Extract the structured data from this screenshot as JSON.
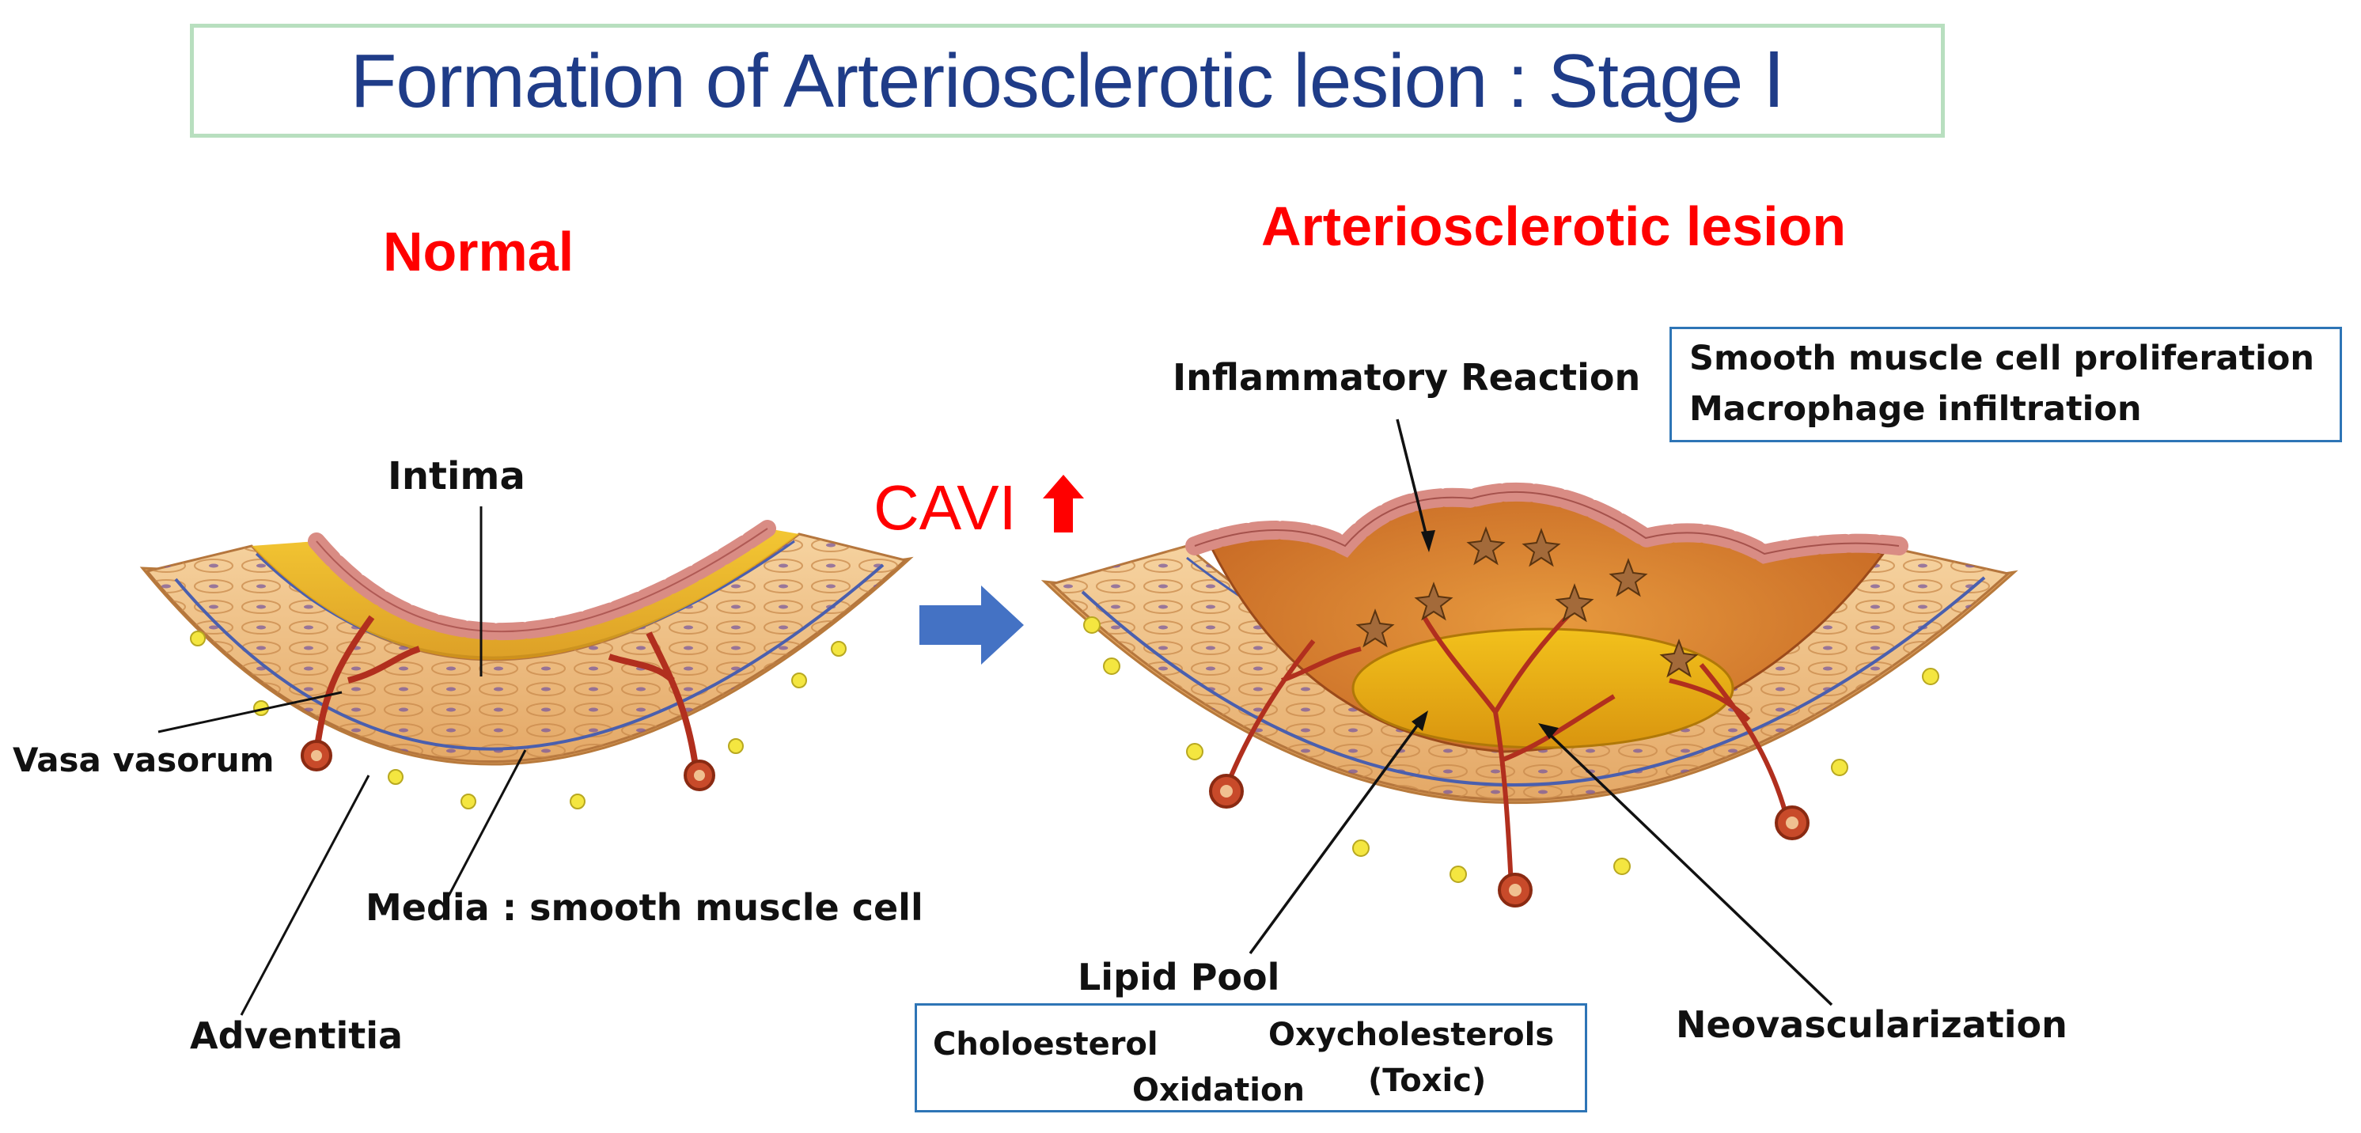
{
  "title": "Formation of Arteriosclerotic lesion :  Stage Ⅰ",
  "panels": {
    "normal_heading": "Normal",
    "lesion_heading": "Arteriosclerotic  lesion"
  },
  "normal_labels": {
    "intima": "Intima",
    "vasa_vasorum": "Vasa vasorum",
    "media": "Media : smooth muscle cell",
    "adventitia": "Adventitia"
  },
  "transition": {
    "cavi": "CAVI"
  },
  "lesion_labels": {
    "inflammatory_reaction": "Inflammatory Reaction",
    "lipid_pool": "Lipid Pool",
    "neovascularization": "Neovascularization"
  },
  "inflammation_box": {
    "line1": "Smooth muscle cell proliferation",
    "line2": " Macrophage infiltration"
  },
  "cholesterol_box": {
    "from": "Choloesterol",
    "to": "Oxycholesterols",
    "toxic": "(Toxic)",
    "process": "Oxidation"
  },
  "colors": {
    "title": "#1f3c88",
    "heading_red": "#ff0000",
    "blue_arrow": "#4472c4",
    "box_border": "#2e75b6",
    "title_border": "#b8dfbf"
  }
}
